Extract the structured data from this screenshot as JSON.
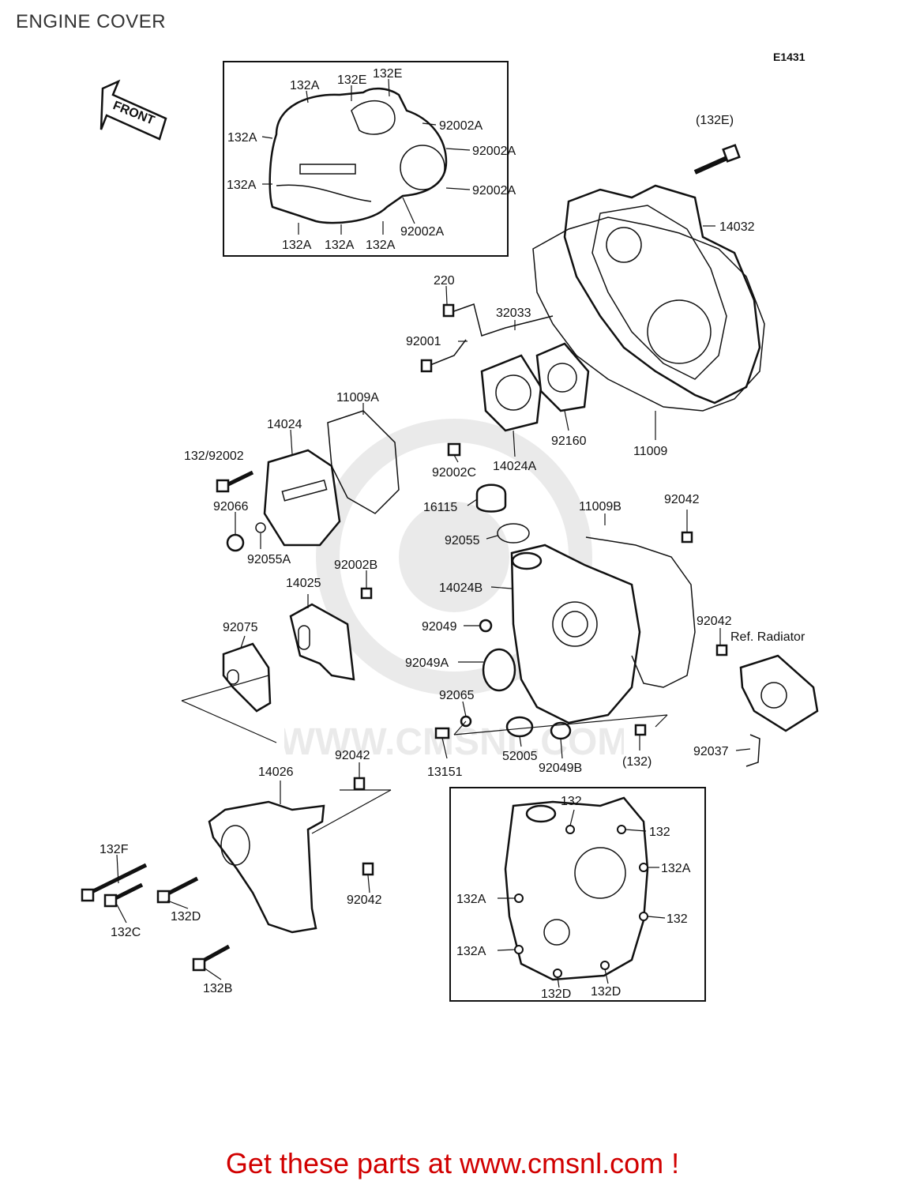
{
  "header": {
    "title": "ENGINE COVER",
    "code": "E1431"
  },
  "front_arrow": {
    "label": "FRONT"
  },
  "watermark": {
    "text": "WWW.CMSNL.COM"
  },
  "footer": {
    "text": "Get these parts at www.cmsnl.com !"
  },
  "callouts": [
    "132A",
    "132E",
    "132E",
    "132A",
    "132A",
    "92002A",
    "92002A",
    "92002A",
    "92002A",
    "132A",
    "132A",
    "132A",
    "(132E)",
    "14032",
    "220",
    "32033",
    "92001",
    "11009A",
    "14024",
    "132/92002",
    "92066",
    "92055A",
    "92002C",
    "14024A",
    "92160",
    "11009",
    "16115",
    "11009B",
    "92042",
    "92055",
    "92002B",
    "14025",
    "14024B",
    "92049",
    "92042",
    "Ref. Radiator",
    "92075",
    "92049A",
    "92065",
    "52005",
    "92049B",
    "(132)",
    "13151",
    "92037",
    "92042",
    "14026",
    "132F",
    "132C",
    "132D",
    "92042",
    "132B",
    "132",
    "132",
    "132A",
    "132A",
    "132",
    "132A",
    "132D",
    "132D"
  ]
}
